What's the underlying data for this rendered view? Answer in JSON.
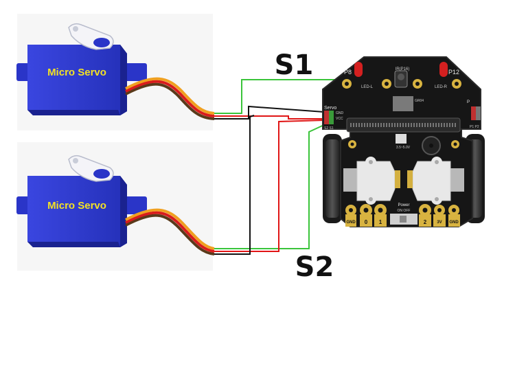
{
  "diagram": {
    "labels": {
      "s1": "S1",
      "s2": "S2"
    },
    "servos": [
      {
        "label": "Micro Servo"
      },
      {
        "label": "Micro Servo"
      }
    ],
    "board": {
      "led_left": "P8",
      "led_right": "P12",
      "led_left_caption": "LED-L",
      "led_right_caption": "LED-R",
      "ir_label": "IR(P16)",
      "servo_header": "Servo",
      "gnd": "GND",
      "vcc": "VCC",
      "s2s1": "S2 S1",
      "regulator": "3.5~5.0V",
      "power_label": "Power",
      "on_off": "ON   OFF",
      "p_label": "P",
      "p1p2": "P1 P2",
      "pads": [
        "GND",
        "0",
        "1",
        "2",
        "3V",
        "GND"
      ],
      "sensor_label": "GR04"
    },
    "colors": {
      "servo_body": "#2a35c8",
      "servo_shadow": "#14197a",
      "signal_wire": "#3ac43a",
      "power_wire": "#e01515",
      "ground_wire": "#111111",
      "orange_wire": "#f0a020",
      "board": "#161616"
    }
  }
}
